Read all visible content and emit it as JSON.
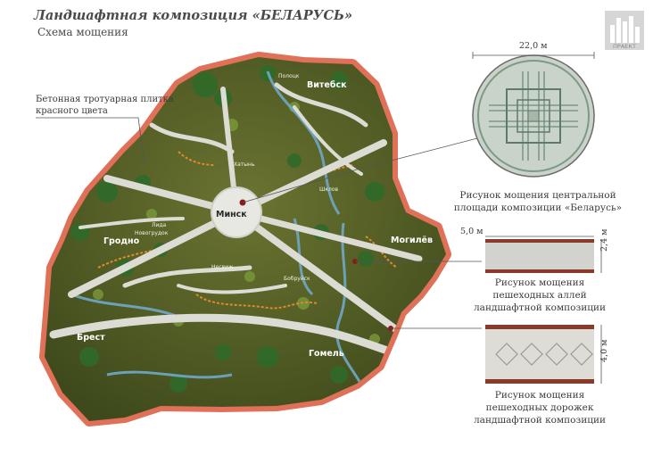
{
  "header": {
    "title": "Ландшафтная композиция «БЕЛАРУСЬ»",
    "subtitle": "Схема мощения"
  },
  "logo": {
    "text": "ПРАЕКТ"
  },
  "map": {
    "legend_label": "Бетонная тротуарная плитка красного цвета",
    "legend_line1": "Бетонная тротуарная плитка",
    "legend_line2": "красного цвета",
    "center_city": "Минск",
    "cities": [
      "Витебск",
      "Гродно",
      "Могилёв",
      "Брест",
      "Гомель"
    ],
    "small_labels": [
      "Полоцк",
      "Хатынь",
      "Шклов",
      "Новогрудок",
      "Лида",
      "Несвиж",
      "Бобруйск"
    ]
  },
  "details": {
    "central": {
      "dimension": "22,0 м",
      "caption_line1": "Рисунок мощения центральной",
      "caption_line2": "площади композиции «Беларусь»"
    },
    "alleys": {
      "dimension_width": "5,0 м",
      "dimension_height": "2,4 м",
      "caption_line1": "Рисунок мощения",
      "caption_line2": "пешеходных аллей",
      "caption_line3": "ландшафтной композиции"
    },
    "paths": {
      "dimension_height": "4,0 м",
      "caption_line1": "Рисунок мощения",
      "caption_line2": "пешеходных дорожек",
      "caption_line3": "ландшафтной композиции"
    }
  },
  "colors": {
    "border": "#e07058",
    "terrain": "#4f5a22",
    "path": "#dcdcd4",
    "water": "#6fa8c8",
    "brick": "#8b3a2a",
    "pattern": "#7d9a86"
  }
}
